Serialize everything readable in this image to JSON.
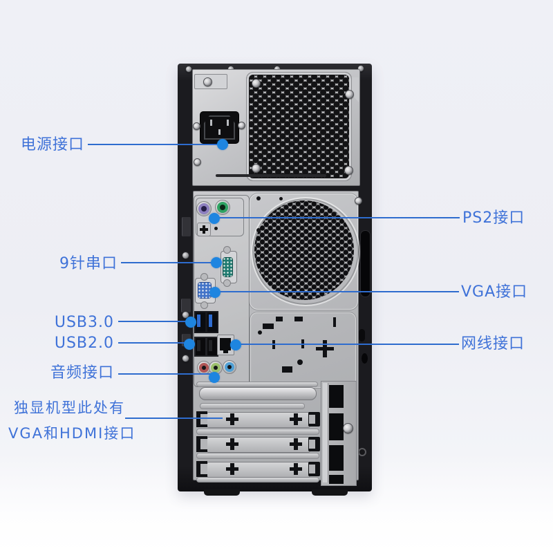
{
  "figure": {
    "type": "annotated-product-diagram",
    "subject": "desktop tower rear panel"
  },
  "annotations": {
    "power": {
      "label": "电源接口"
    },
    "ps2": {
      "label": "PS2接口"
    },
    "serial": {
      "label": "9针串口"
    },
    "vga": {
      "label": "VGA接口"
    },
    "usb3": {
      "label": "USB3.0"
    },
    "usb2": {
      "label": "USB2.0"
    },
    "lan": {
      "label": "网线接口"
    },
    "audio": {
      "label": "音频接口"
    },
    "expansion": {
      "label_line1": "独显机型此处有",
      "label_line2": "VGA和HDMI接口"
    }
  },
  "colors": {
    "label_text": "#3f72d8",
    "leader_line": "#2e6cce",
    "callout_dot": "#1e85e0",
    "ps2_keyboard_purple": "#8d7fc0",
    "ps2_keyboard_center": "#241d45",
    "ps2_mouse_green": "#2fa363",
    "ps2_mouse_center": "#0c2616",
    "serial_port_teal": "#1f7a70",
    "vga_port_blue": "#4273c8",
    "usb3_tongue_blue": "#2e6cd0",
    "usb2_inner_black": "#222326",
    "audio_jack_pink": "#b05656",
    "audio_jack_green": "#9cc06c",
    "audio_jack_blue": "#4f9fd4"
  }
}
